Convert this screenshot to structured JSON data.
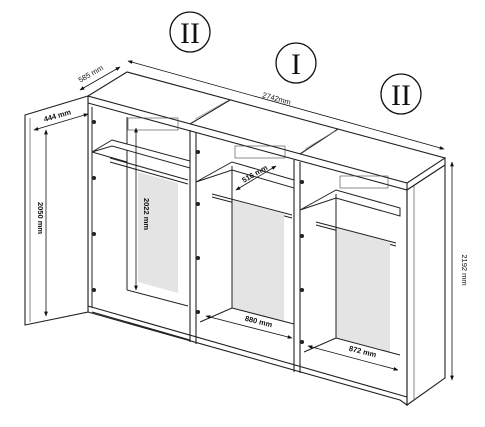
{
  "sections": {
    "left_label": "II",
    "middle_label": "I",
    "right_label": "II"
  },
  "dimensions": {
    "total_width": "2742mm",
    "depth": "585 mm",
    "door_width": "444 mm",
    "door_height": "2050 mm",
    "inner_height": "2022 mm",
    "shelf_depth": "516 mm",
    "middle_inner_width": "880 mm",
    "right_inner_width": "872 mm",
    "total_height": "2192 mm"
  }
}
